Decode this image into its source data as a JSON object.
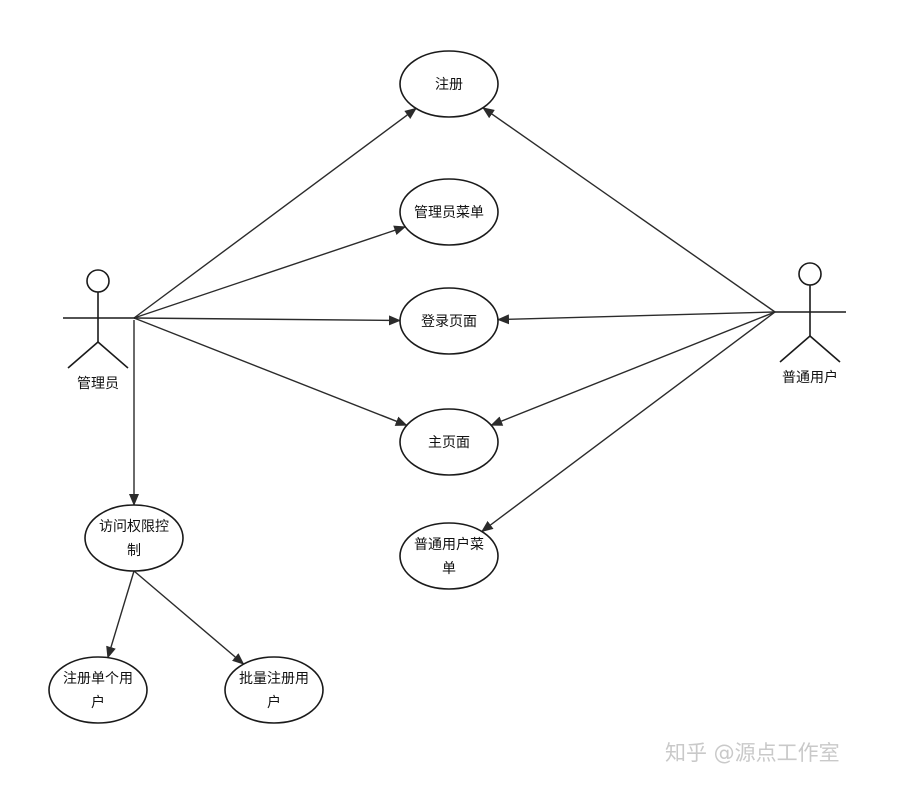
{
  "diagram": {
    "actors": [
      {
        "id": "admin",
        "label": "管理员"
      },
      {
        "id": "user",
        "label": "普通用户"
      }
    ],
    "use_cases": [
      {
        "id": "register",
        "lines": [
          "注册"
        ]
      },
      {
        "id": "admin_menu",
        "lines": [
          "管理员菜单"
        ]
      },
      {
        "id": "login",
        "lines": [
          "登录页面"
        ]
      },
      {
        "id": "home",
        "lines": [
          "主页面"
        ]
      },
      {
        "id": "user_menu",
        "lines": [
          "普通用户菜",
          "单"
        ]
      },
      {
        "id": "access_control",
        "lines": [
          "访问权限控",
          "制"
        ]
      },
      {
        "id": "register_single",
        "lines": [
          "注册单个用",
          "户"
        ]
      },
      {
        "id": "batch_register",
        "lines": [
          "批量注册用",
          "户"
        ]
      }
    ],
    "edges": [
      {
        "from": "admin",
        "to": "register"
      },
      {
        "from": "admin",
        "to": "admin_menu"
      },
      {
        "from": "admin",
        "to": "login"
      },
      {
        "from": "admin",
        "to": "home"
      },
      {
        "from": "admin",
        "to": "access_control"
      },
      {
        "from": "user",
        "to": "register"
      },
      {
        "from": "user",
        "to": "login"
      },
      {
        "from": "user",
        "to": "home"
      },
      {
        "from": "user",
        "to": "user_menu"
      },
      {
        "from": "access_control",
        "to": "register_single"
      },
      {
        "from": "access_control",
        "to": "batch_register"
      }
    ]
  },
  "watermark": {
    "text": "知乎 @源点工作室"
  }
}
